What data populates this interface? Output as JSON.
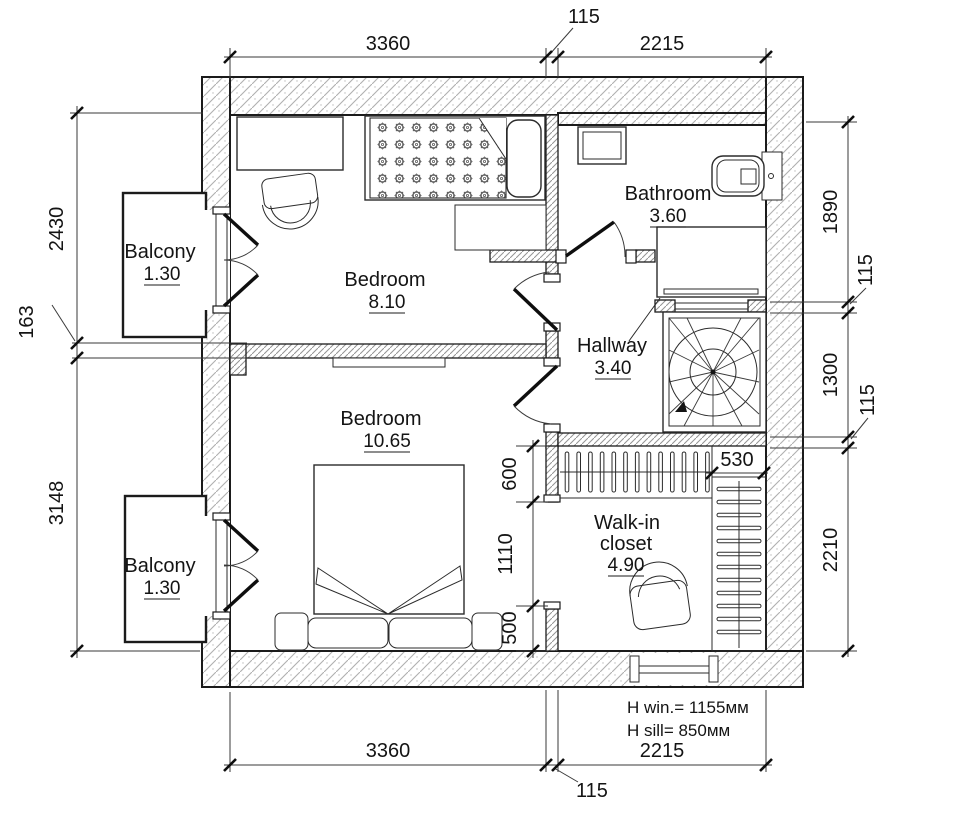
{
  "drawing": {
    "type": "floor-plan",
    "colors": {
      "line": "#1b1b1b",
      "hatch_exterior": "#b0b0b0",
      "hatch_interior": "#949494",
      "background": "#ffffff"
    }
  },
  "rooms": [
    {
      "name": "Balcony",
      "area": "1.30"
    },
    {
      "name": "Bedroom",
      "area": "8.10"
    },
    {
      "name": "Bathroom",
      "area": "3.60"
    },
    {
      "name": "Hallway",
      "area": "3.40"
    },
    {
      "name": "Bedroom",
      "area": "10.65"
    },
    {
      "name": "Balcony",
      "area": "1.30"
    },
    {
      "name_line1": "Walk-in",
      "name_line2": "closet",
      "area": "4.90"
    }
  ],
  "dimensions": {
    "top": [
      "3360",
      "115",
      "2215"
    ],
    "bottom": [
      "3360",
      "115",
      "2215"
    ],
    "left": [
      "2430",
      "163",
      "3148"
    ],
    "right": [
      "1890",
      "115",
      "1300",
      "115",
      "2210"
    ],
    "closet": [
      "600",
      "1110",
      "500"
    ],
    "wardrobe": "530"
  },
  "notes": {
    "win": "H win.= 1155мм",
    "sill": "H sill= 850мм"
  }
}
